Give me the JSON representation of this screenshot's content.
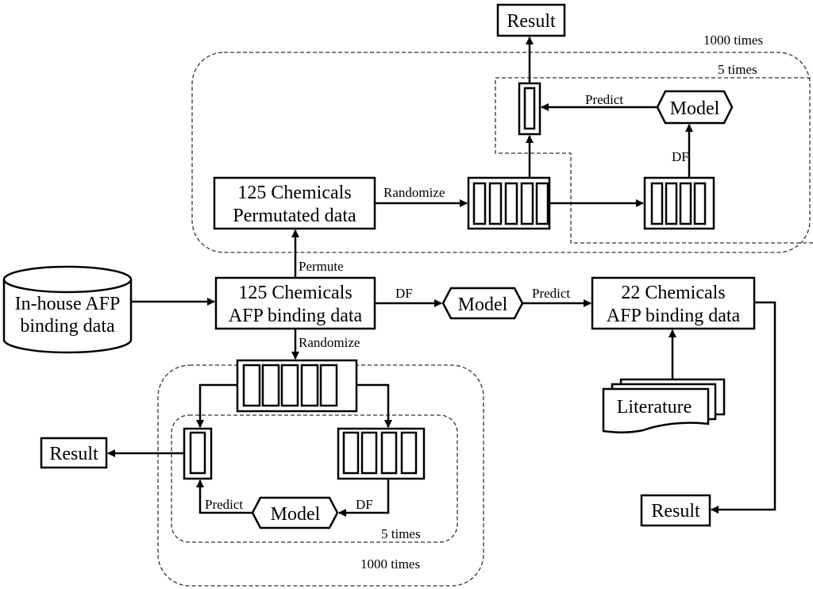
{
  "nodes": {
    "in_house": [
      "In-house AFP",
      "binding data"
    ],
    "chem125": [
      "125 Chemicals",
      "AFP binding data"
    ],
    "chem125_perm": [
      "125 Chemicals",
      "Permutated data"
    ],
    "chem22": [
      "22 Chemicals",
      "AFP binding data"
    ],
    "model": "Model",
    "literature": "Literature",
    "result": "Result"
  },
  "edges": {
    "permute": "Permute",
    "randomize": "Randomize",
    "df": "DF",
    "predict": "Predict"
  },
  "loops": {
    "outer": "1000 times",
    "inner": "5 times"
  }
}
